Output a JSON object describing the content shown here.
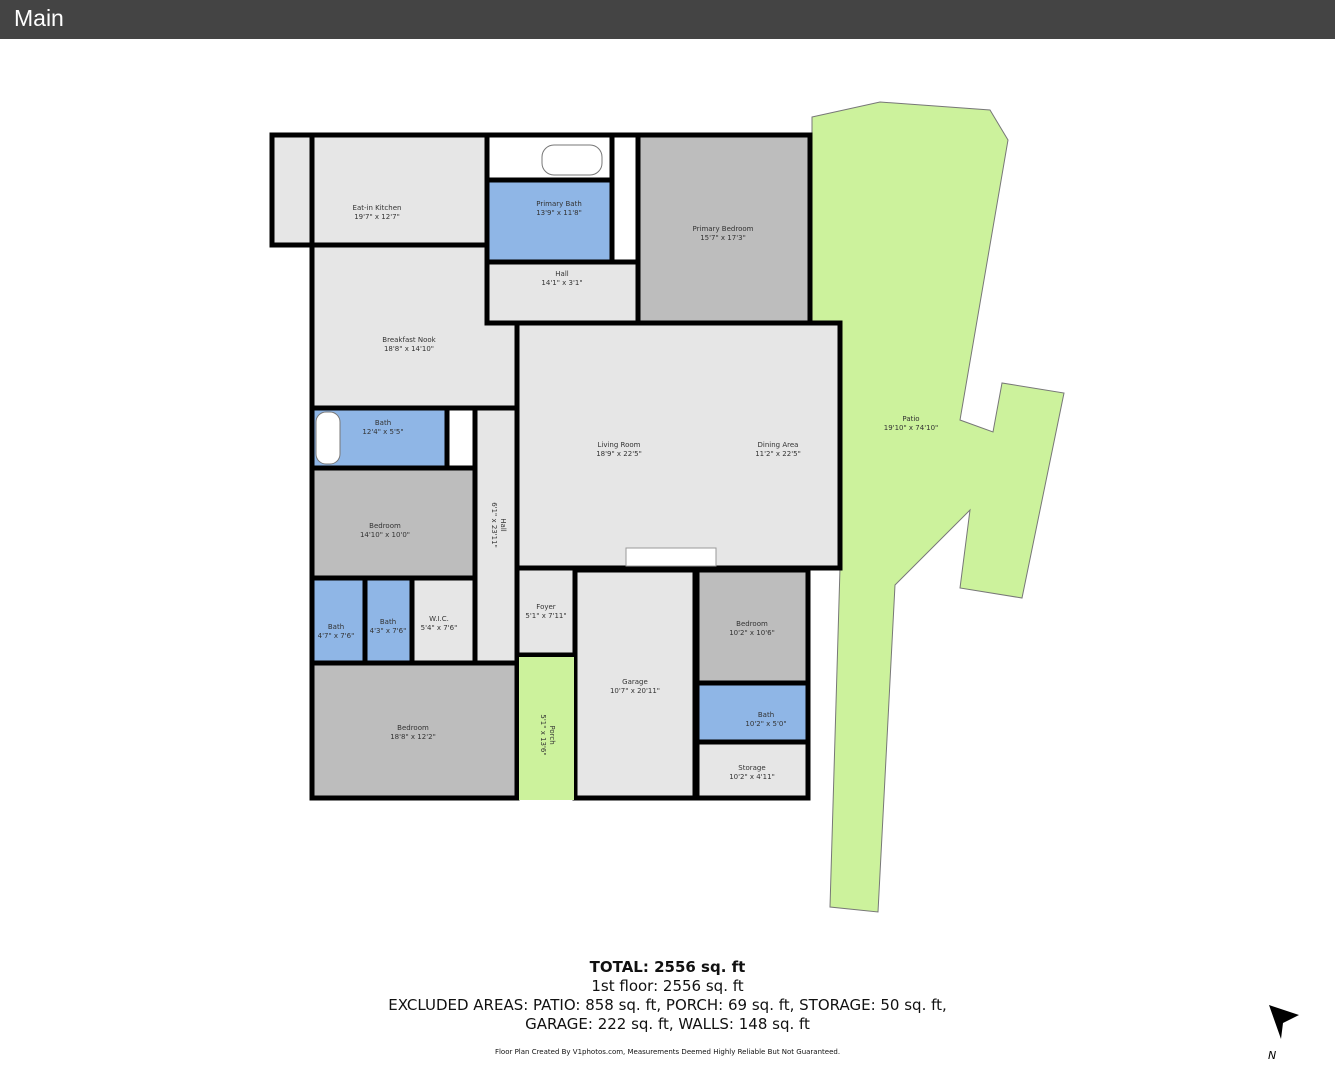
{
  "header": {
    "title": "Main"
  },
  "rooms": {
    "kitchen": {
      "name": "Eat-in Kitchen",
      "dims": "19'7\" x 12'7\""
    },
    "primary_bath": {
      "name": "Primary Bath",
      "dims": "13'9\" x 11'8\""
    },
    "primary_bedroom": {
      "name": "Primary Bedroom",
      "dims": "15'7\" x 17'3\""
    },
    "hall_top": {
      "name": "Hall",
      "dims": "14'1\" x 3'1\""
    },
    "nook": {
      "name": "Breakfast Nook",
      "dims": "18'8\" x 14'10\""
    },
    "living": {
      "name": "Living Room",
      "dims": "18'9\" x 22'5\""
    },
    "dining": {
      "name": "Dining Area",
      "dims": "11'2\" x 22'5\""
    },
    "patio": {
      "name": "Patio",
      "dims": "19'10\" x 74'10\""
    },
    "bath_a": {
      "name": "Bath",
      "dims": "12'4\" x 5'5\""
    },
    "bedroom_a": {
      "name": "Bedroom",
      "dims": "14'10\" x 10'0\""
    },
    "hall_v": {
      "name": "Hall",
      "dims": "6'1\" x 23'11\""
    },
    "bath_b": {
      "name": "Bath",
      "dims": "4'7\" x 7'6\""
    },
    "bath_c": {
      "name": "Bath",
      "dims": "4'3\" x 7'6\""
    },
    "wic": {
      "name": "W.I.C.",
      "dims": "5'4\" x 7'6\""
    },
    "bedroom_b": {
      "name": "Bedroom",
      "dims": "18'8\" x 12'2\""
    },
    "foyer": {
      "name": "Foyer",
      "dims": "5'1\" x 7'11\""
    },
    "porch": {
      "name": "Porch",
      "dims": "5'1\" x 13'6\""
    },
    "garage": {
      "name": "Garage",
      "dims": "10'7\" x 20'11\""
    },
    "bedroom_c": {
      "name": "Bedroom",
      "dims": "10'2\" x 10'6\""
    },
    "bath_d": {
      "name": "Bath",
      "dims": "10'2\" x 5'0\""
    },
    "storage": {
      "name": "Storage",
      "dims": "10'2\" x 4'11\""
    }
  },
  "summary": {
    "total": "TOTAL: 2556 sq. ft",
    "floor": "1st floor: 2556 sq. ft",
    "excluded_1": "EXCLUDED AREAS: PATIO: 858 sq. ft, PORCH: 69 sq. ft, STORAGE: 50 sq. ft,",
    "excluded_2": "GARAGE: 222 sq. ft, WALLS: 148 sq. ft",
    "credit": "Floor Plan Created By V1photos.com, Measurements Deemed Highly Reliable But Not Guaranteed."
  },
  "compass": {
    "label": "N"
  },
  "colors": {
    "light": "#e6e6e6",
    "bedroom": "#bdbdbd",
    "bath": "#8fb6e6",
    "outdoor": "#ccf29c",
    "header": "#444444"
  }
}
